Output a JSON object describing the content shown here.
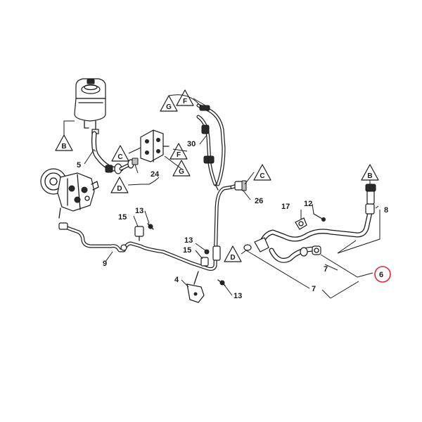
{
  "callouts": {
    "c4": "4",
    "c5": "5",
    "c6": "6",
    "c7a": "7",
    "c7b": "7",
    "c8": "8",
    "c9": "9",
    "c12": "12",
    "c13a": "13",
    "c13b": "13",
    "c13c": "13",
    "c15a": "15",
    "c15b": "15",
    "c17": "17",
    "c24": "24",
    "c26": "26",
    "c30": "30"
  },
  "connectors": {
    "b_left": "B",
    "b_right": "B",
    "c_mid": "C",
    "c_right": "C",
    "d_left": "D",
    "d_mid": "D",
    "f_top": "F",
    "f_mid": "F",
    "g_top": "G",
    "g_mid": "G"
  },
  "highlight_color": "#e0263a",
  "line_color": "#1a1a1a"
}
